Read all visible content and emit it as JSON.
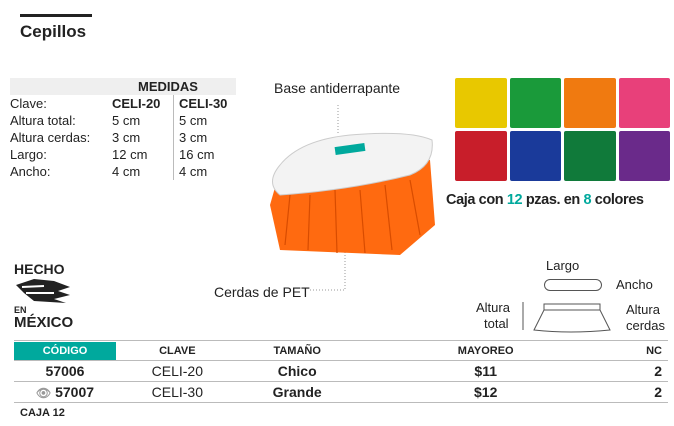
{
  "title": "Cepillos",
  "medidas": {
    "header": "MEDIDAS",
    "rows": [
      [
        "Clave:",
        "CELI-20",
        "CELI-30"
      ],
      [
        "Altura total:",
        "5 cm",
        "5 cm"
      ],
      [
        "Altura cerdas:",
        "3 cm",
        "3 cm"
      ],
      [
        "Largo:",
        "12 cm",
        "16 cm"
      ],
      [
        "Ancho:",
        "4 cm",
        "4 cm"
      ]
    ]
  },
  "labels": {
    "base": "Base antiderrapante",
    "cerdas": "Cerdas de PET"
  },
  "colors": [
    "#e8c800",
    "#1a9a3a",
    "#f07a10",
    "#e8407a",
    "#c81e2a",
    "#1a3a9a",
    "#107a3a",
    "#6a2a8a"
  ],
  "caption": {
    "p1": "Caja con ",
    "n1": "12",
    "p2": " pzas. en ",
    "n2": "8",
    "p3": " colores"
  },
  "hecho": {
    "l1": "HECHO",
    "l2": "EN",
    "l3": "MÉXICO"
  },
  "diagram": {
    "largo": "Largo",
    "ancho": "Ancho",
    "altura_total_1": "Altura",
    "altura_total_2": "total",
    "altura_cerdas_1": "Altura",
    "altura_cerdas_2": "cerdas"
  },
  "table": {
    "headers": [
      "CÓDIGO",
      "CLAVE",
      "TAMAÑO",
      "MAYOREO",
      "NC"
    ],
    "rows": [
      {
        "codigo": "57006",
        "clave": "CELI-20",
        "tamano": "Chico",
        "mayoreo": "$11",
        "nc": "2"
      },
      {
        "codigo": "57007",
        "clave": "CELI-30",
        "tamano": "Grande",
        "mayoreo": "$12",
        "nc": "2"
      }
    ]
  },
  "footer": "CAJA 12"
}
